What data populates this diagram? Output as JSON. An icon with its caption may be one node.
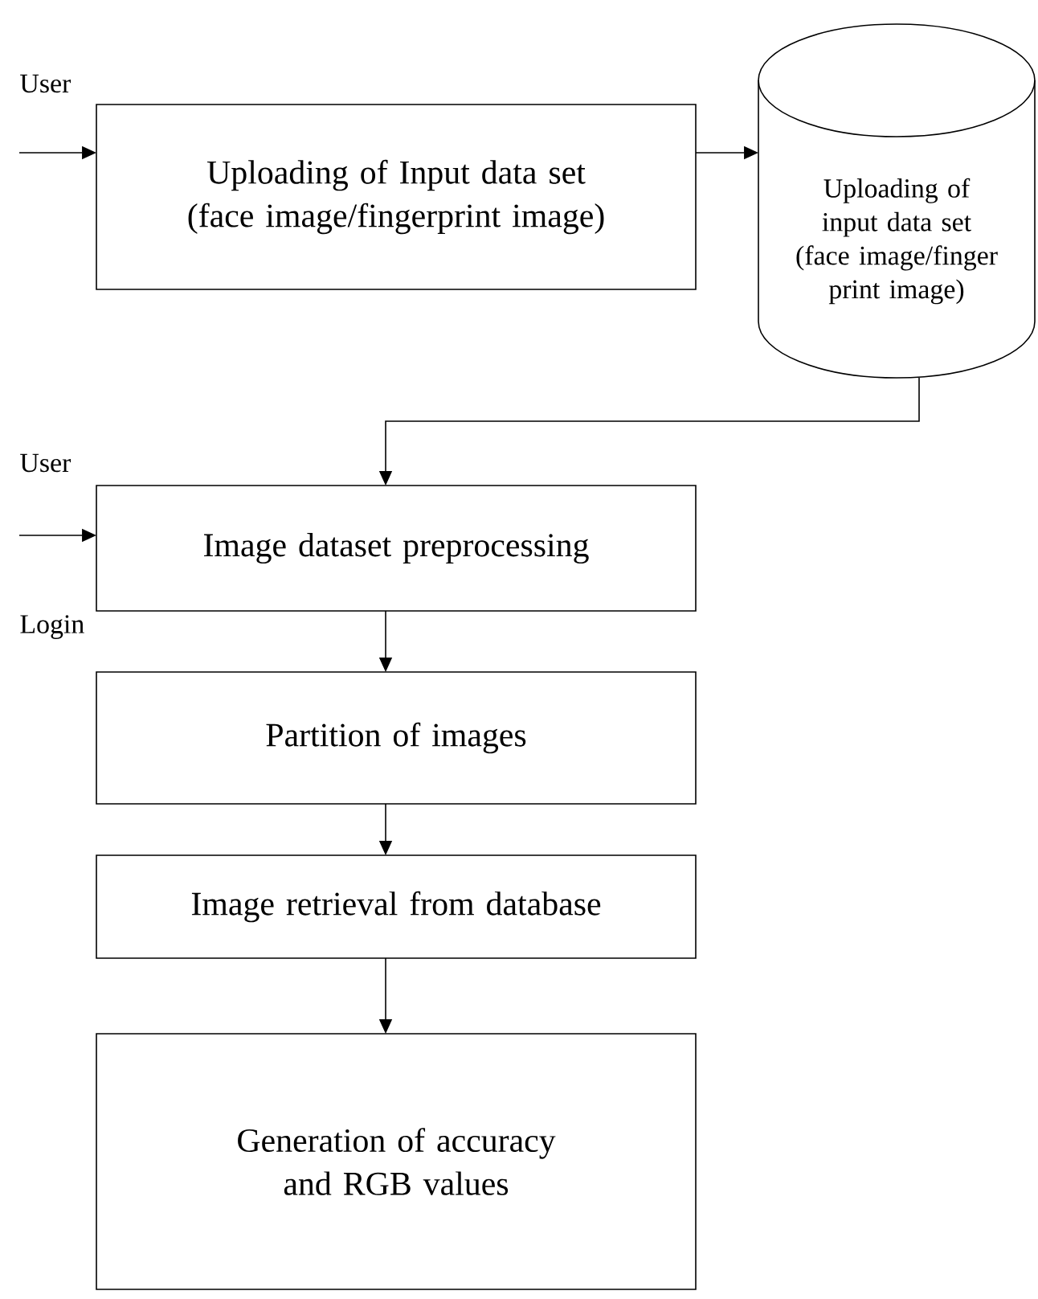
{
  "diagram": {
    "nodes": [
      {
        "text": [
          "Uploading of Input data set (face image/fingerprint image)"
        ]
      },
      {
        "text": [
          "Uploading of input data set (face image/finger print image)"
        ]
      },
      {
        "text": [
          "Image dataset preprocessing"
        ]
      },
      {
        "text": [
          "Partition of images"
        ]
      },
      {
        "text": [
          "Image retrieval from database"
        ]
      },
      {
        "text": [
          "Generation of accuracy and RGB values"
        ]
      }
    ],
    "edges": [
      {
        "from": null,
        "to": 0,
        "arrow": "to"
      },
      {
        "from": 0,
        "to": 1,
        "arrow": "to"
      },
      {
        "from": 1,
        "to": 2,
        "arrow": "to"
      },
      {
        "from": null,
        "to": 2,
        "arrow": "to"
      },
      {
        "from": 2,
        "to": 3,
        "arrow": "to"
      },
      {
        "from": 3,
        "to": 4,
        "arrow": "to"
      },
      {
        "from": 4,
        "to": 5,
        "arrow": "to"
      }
    ],
    "labels": [
      "User",
      "User",
      "Login"
    ]
  }
}
